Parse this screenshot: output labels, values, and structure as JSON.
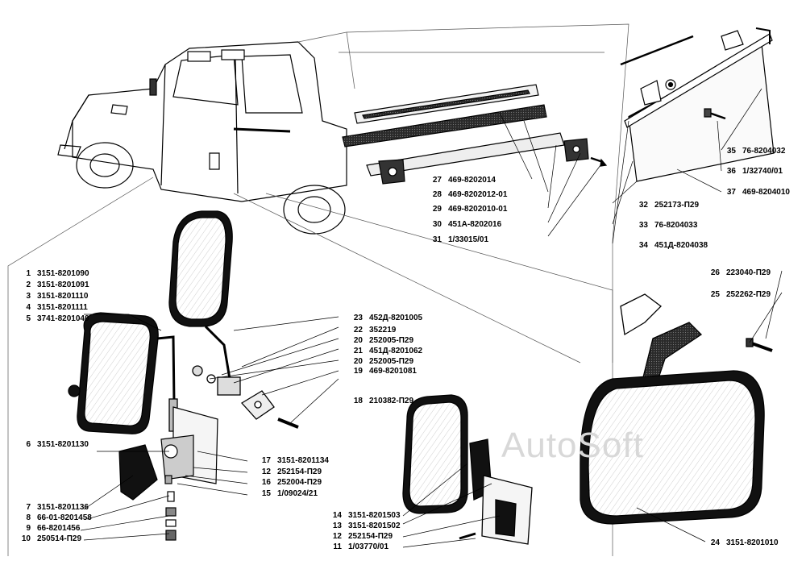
{
  "watermark": "AutoSoft",
  "parts": [
    {
      "num": "1",
      "code": "3151-8201090"
    },
    {
      "num": "2",
      "code": "3151-8201091"
    },
    {
      "num": "3",
      "code": "3151-8201110"
    },
    {
      "num": "4",
      "code": "3151-8201111"
    },
    {
      "num": "5",
      "code": "3741-8201040"
    },
    {
      "num": "6",
      "code": "3151-8201130"
    },
    {
      "num": "7",
      "code": "3151-8201136"
    },
    {
      "num": "8",
      "code": "66-01-8201458"
    },
    {
      "num": "9",
      "code": "66-8201456"
    },
    {
      "num": "10",
      "code": "250514-П29"
    },
    {
      "num": "11",
      "code": "1/03770/01"
    },
    {
      "num": "12",
      "code": "252154-П29"
    },
    {
      "num": "12",
      "code": "252154-П29"
    },
    {
      "num": "13",
      "code": "3151-8201502"
    },
    {
      "num": "14",
      "code": "3151-8201503"
    },
    {
      "num": "15",
      "code": "1/09024/21"
    },
    {
      "num": "16",
      "code": "252004-П29"
    },
    {
      "num": "17",
      "code": "3151-8201134"
    },
    {
      "num": "18",
      "code": "210382-П29"
    },
    {
      "num": "19",
      "code": "469-8201081"
    },
    {
      "num": "20",
      "code": "252005-П29"
    },
    {
      "num": "20",
      "code": "252005-П29"
    },
    {
      "num": "21",
      "code": "451Д-8201062"
    },
    {
      "num": "22",
      "code": "352219"
    },
    {
      "num": "23",
      "code": "452Д-8201005"
    },
    {
      "num": "24",
      "code": "3151-8201010"
    },
    {
      "num": "25",
      "code": "252262-П29"
    },
    {
      "num": "26",
      "code": "223040-П29"
    },
    {
      "num": "27",
      "code": "469-8202014"
    },
    {
      "num": "28",
      "code": "469-8202012-01"
    },
    {
      "num": "29",
      "code": "469-8202010-01"
    },
    {
      "num": "30",
      "code": "451А-8202016"
    },
    {
      "num": "31",
      "code": "1/33015/01"
    },
    {
      "num": "32",
      "code": "252173-П29"
    },
    {
      "num": "33",
      "code": "76-8204033"
    },
    {
      "num": "34",
      "code": "451Д-8204038"
    },
    {
      "num": "35",
      "code": "76-8204032"
    },
    {
      "num": "36",
      "code": "1/32740/01"
    },
    {
      "num": "37",
      "code": "469-8204010"
    }
  ]
}
